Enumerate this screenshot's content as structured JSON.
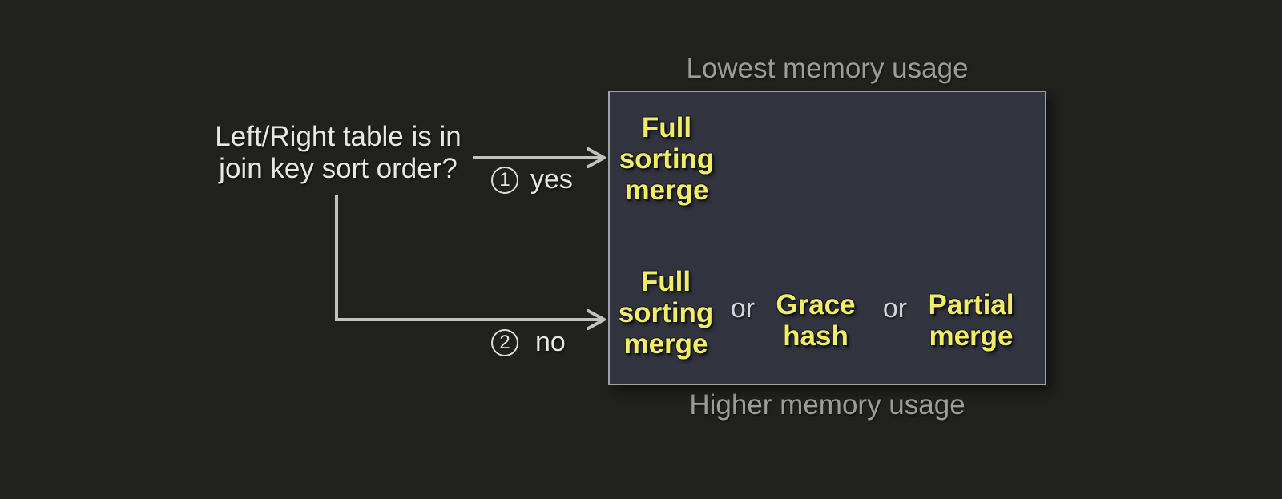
{
  "diagram": {
    "question_lines": [
      "Left/Right table is in",
      "join key sort order?"
    ],
    "branch_yes": {
      "number": "1",
      "label": "yes"
    },
    "branch_no": {
      "number": "2",
      "label": "no"
    },
    "memory_scale": {
      "top_label": "Lowest memory usage",
      "bottom_label": "Higher memory usage"
    },
    "sorted_branch": {
      "algorithm_lines": [
        "Full",
        "sorting",
        "merge"
      ]
    },
    "unsorted_branch": {
      "option1_lines": [
        "Full",
        "sorting",
        "merge"
      ],
      "or1": "or",
      "option2_lines": [
        "Grace",
        "hash"
      ],
      "or2": "or",
      "option3_lines": [
        "Partial",
        "merge"
      ]
    }
  },
  "colors": {
    "background": "#21221e",
    "box_fill": "#32353f",
    "box_border": "#9fa1a8",
    "algorithm_yellow": "#f3ed64",
    "text_white": "#e7e7e5",
    "label_gray": "#9c9c9a",
    "arrow_gray": "#c2c2c2"
  }
}
